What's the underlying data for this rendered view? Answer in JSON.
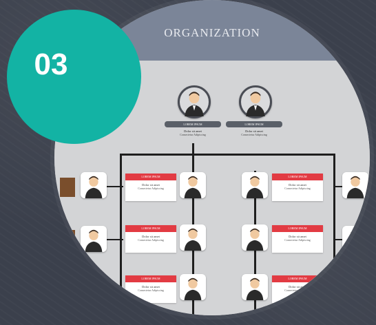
{
  "badge": {
    "number": "03",
    "color": "#13b3a4"
  },
  "chart": {
    "title": "ORGANIZATION",
    "card_header": "LOREM IPSUM",
    "card_line1": "Dolor sit amet",
    "card_line2": "Consectetur Adipiscing"
  },
  "colors": {
    "header": "#7b8598",
    "card_header_red": "#e23b43",
    "tab_brown": "#7a4e2c"
  }
}
